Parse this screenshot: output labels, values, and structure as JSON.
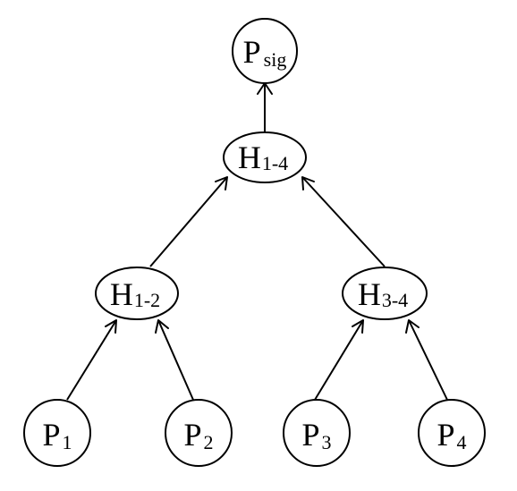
{
  "nodes": {
    "p_sig": {
      "main": "P",
      "sub": "sig"
    },
    "h_1_4": {
      "main": "H",
      "sub": "1-4"
    },
    "h_1_2": {
      "main": "H",
      "sub": "1-2"
    },
    "h_3_4": {
      "main": "H",
      "sub": "3-4"
    },
    "p_1": {
      "main": "P",
      "sub": "1"
    },
    "p_2": {
      "main": "P",
      "sub": "2"
    },
    "p_3": {
      "main": "P",
      "sub": "3"
    },
    "p_4": {
      "main": "P",
      "sub": "4"
    }
  },
  "edges": [
    {
      "from": "h_1_4",
      "to": "p_sig"
    },
    {
      "from": "h_1_2",
      "to": "h_1_4"
    },
    {
      "from": "h_3_4",
      "to": "h_1_4"
    },
    {
      "from": "p_1",
      "to": "h_1_2"
    },
    {
      "from": "p_2",
      "to": "h_1_2"
    },
    {
      "from": "p_3",
      "to": "h_3_4"
    },
    {
      "from": "p_4",
      "to": "h_3_4"
    }
  ]
}
